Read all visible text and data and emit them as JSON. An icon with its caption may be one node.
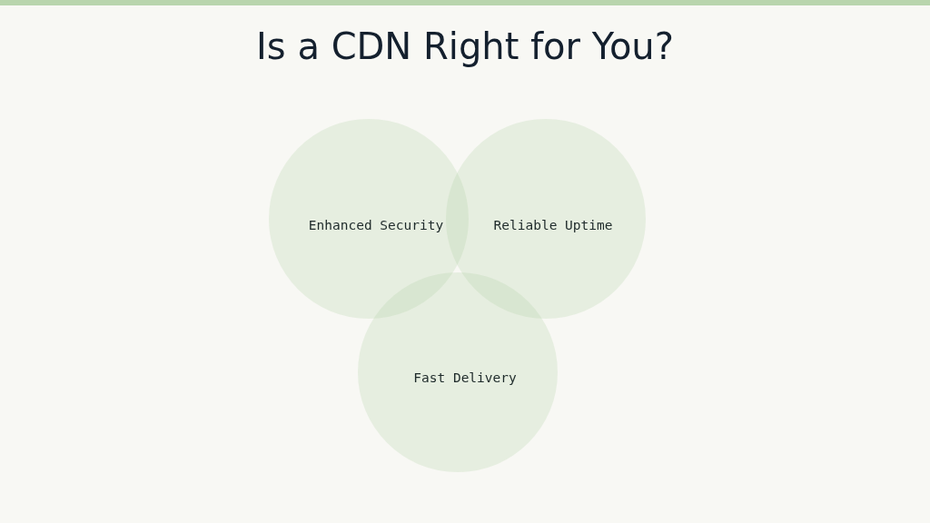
{
  "diagram": {
    "title": "Is a CDN Right for You?",
    "nodes": [
      {
        "text": [
          "Enhanced Security"
        ]
      },
      {
        "text": [
          "Reliable Uptime"
        ]
      },
      {
        "text": [
          "Fast Delivery"
        ]
      }
    ]
  }
}
